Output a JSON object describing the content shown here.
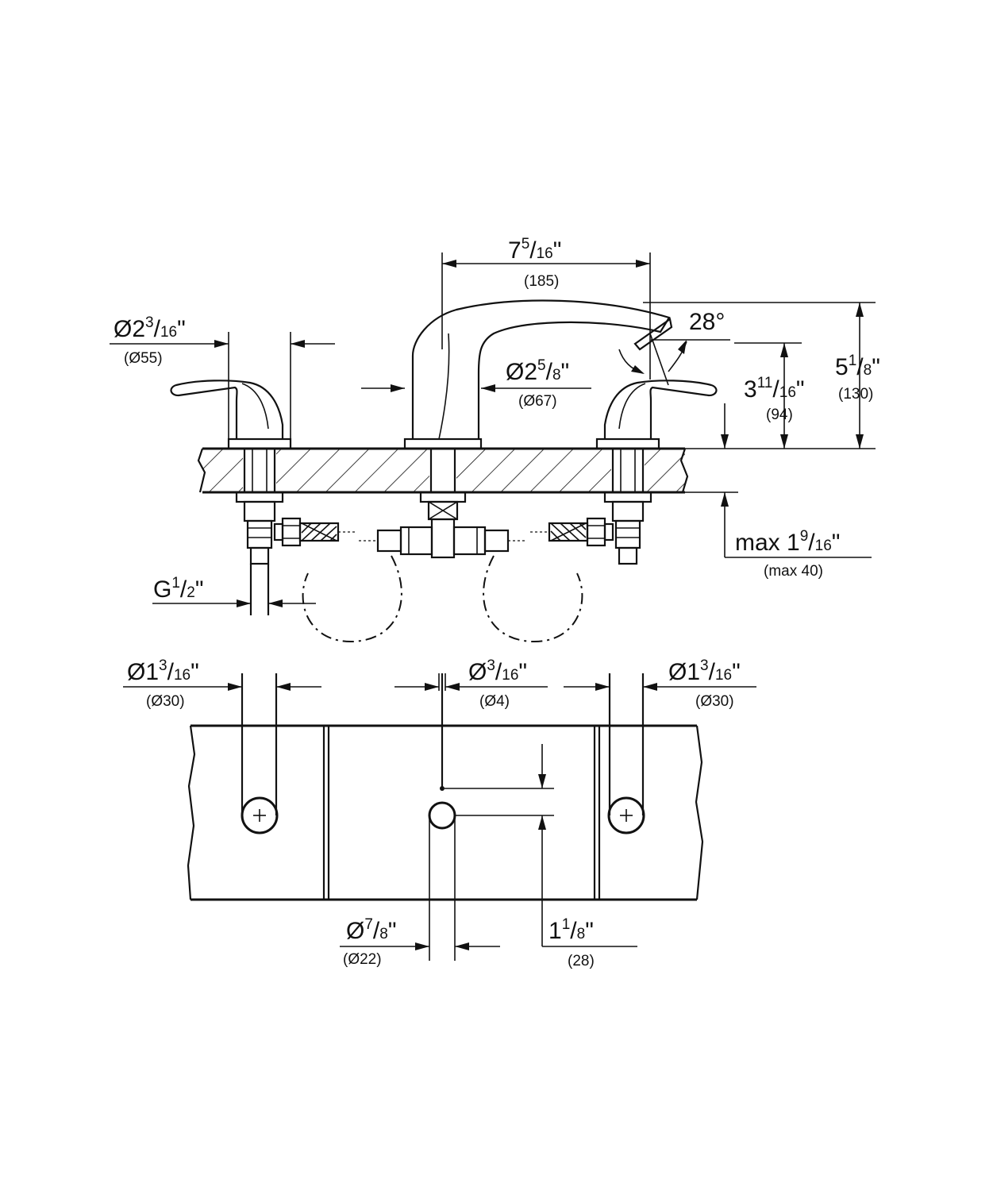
{
  "dimensions": {
    "spout_spread": {
      "num": "7",
      "frac": "5",
      "den": "16",
      "unit": "\"",
      "metric": "(185)"
    },
    "handle_flange_dia": {
      "pre": "Ø2",
      "frac": "3",
      "den": "16",
      "unit": "\"",
      "metric": "(Ø55)"
    },
    "spout_angle": {
      "text": "28°"
    },
    "spout_base_dia": {
      "pre": "Ø2",
      "frac": "5",
      "den": "8",
      "unit": "\"",
      "metric": "(Ø67)"
    },
    "spout_outlet_height": {
      "pre": "3",
      "frac": "11",
      "den": "16",
      "unit": "\"",
      "metric": "(94)"
    },
    "spout_total_height": {
      "pre": "5",
      "frac": "1",
      "den": "8",
      "unit": "\"",
      "metric": "(130)"
    },
    "deck_thickness": {
      "pre": "max 1",
      "frac": "9",
      "den": "16",
      "unit": "\"",
      "metric": "(max 40)"
    },
    "supply_thread": {
      "pre": "G",
      "frac": "1",
      "den": "2",
      "unit": "\""
    },
    "hole_left_dia": {
      "pre": "Ø1",
      "frac": "3",
      "den": "16",
      "unit": "\"",
      "metric": "(Ø30)"
    },
    "hole_pop_dia": {
      "pre": "Ø",
      "frac": "3",
      "den": "16",
      "unit": "\"",
      "metric": "(Ø4)"
    },
    "hole_right_dia": {
      "pre": "Ø1",
      "frac": "3",
      "den": "16",
      "unit": "\"",
      "metric": "(Ø30)"
    },
    "hole_center_dia": {
      "pre": "Ø",
      "frac": "7",
      "den": "8",
      "unit": "\"",
      "metric": "(Ø22)"
    },
    "hole_offset": {
      "pre": "1",
      "frac": "1",
      "den": "8",
      "unit": "\"",
      "metric": "(28)"
    }
  }
}
